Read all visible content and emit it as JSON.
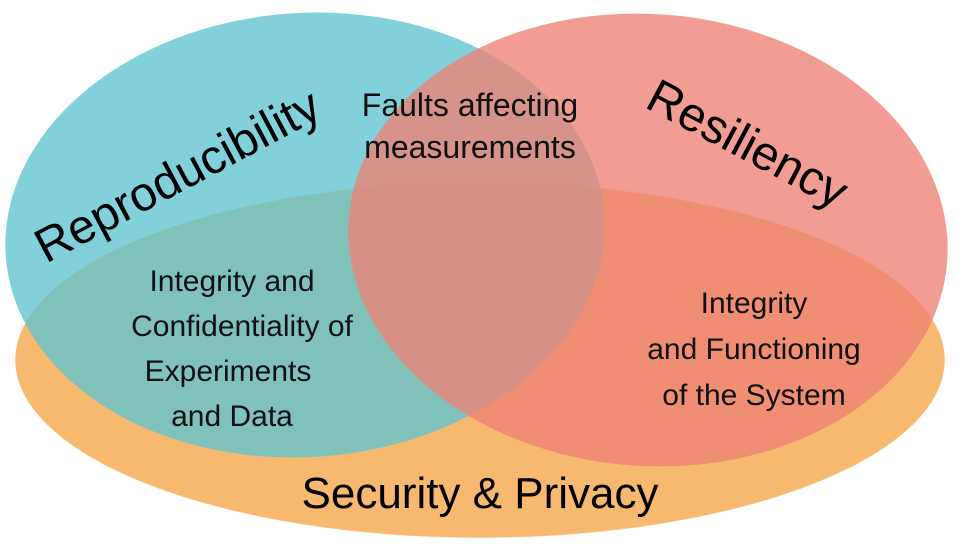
{
  "diagram": {
    "sets": {
      "reproducibility": {
        "label": "Reproducibility",
        "color": "#5FC4CF"
      },
      "resiliency": {
        "label": "Resiliency",
        "color": "#EE8276"
      },
      "security_privacy": {
        "label": "Security & Privacy",
        "color": "#F5B567"
      }
    },
    "overlaps": {
      "reproducibility_resiliency": {
        "lines": [
          "Faults affecting",
          "measurements"
        ]
      },
      "reproducibility_security": {
        "lines": [
          "Integrity and",
          "Confidentiality of",
          "Experiments",
          "and Data"
        ]
      },
      "resiliency_security": {
        "lines": [
          "Integrity",
          "and Functioning",
          "of the System"
        ]
      }
    }
  }
}
